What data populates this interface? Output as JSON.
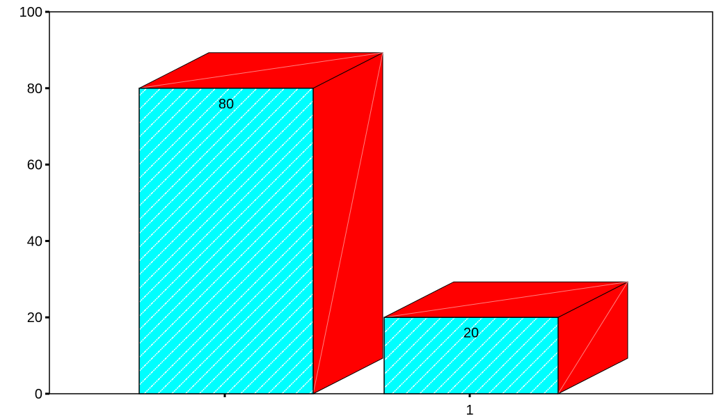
{
  "chart_data": {
    "type": "bar",
    "style": "3d",
    "categories": [
      "",
      "1"
    ],
    "values": [
      80,
      20
    ],
    "data_labels": [
      "80",
      "20"
    ],
    "title": "",
    "xlabel": "",
    "ylabel": "",
    "ylim": [
      0,
      100
    ],
    "yticks": [
      0,
      20,
      40,
      60,
      80,
      100
    ],
    "ytick_labels": [
      "0",
      "20",
      "40",
      "60",
      "80",
      "100"
    ],
    "grid": false,
    "legend": "none",
    "colors": {
      "front_face": "#00ffff",
      "front_hatch": "#ffffff",
      "side_and_top": "#ff0000",
      "outline": "#000000"
    }
  }
}
